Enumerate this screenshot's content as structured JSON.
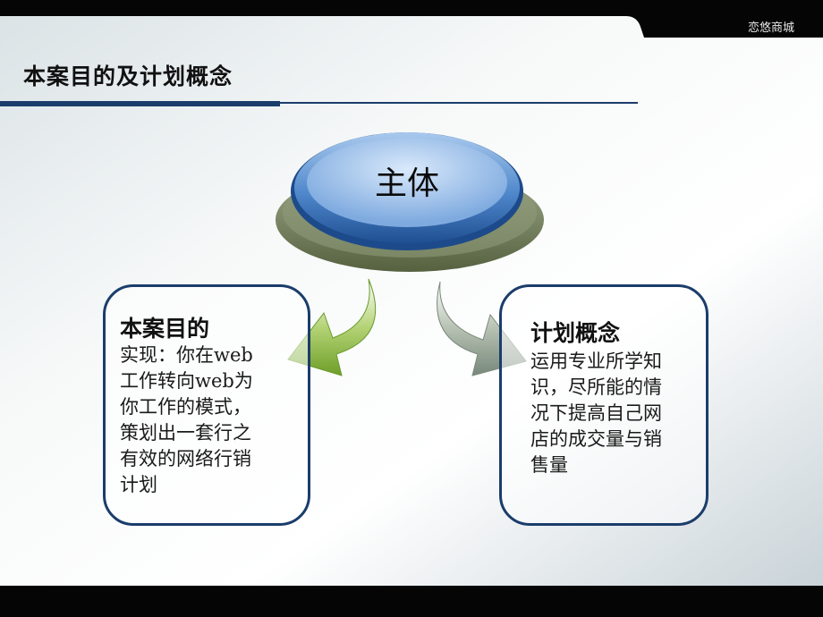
{
  "brand": "恋悠商城",
  "title": "本案目的及计划概念",
  "center": {
    "label": "主体"
  },
  "left_box": {
    "title": "本案目的",
    "lines": [
      "实现：你在web",
      "工作转向web为",
      "你工作的模式，",
      "策划出一套行之",
      "有效的网络行销",
      "计划"
    ]
  },
  "right_box": {
    "title": "计划概念",
    "lines": [
      "运用专业所学知",
      "识，尽所能的情",
      "况下提高自己网",
      "店的成交量与销",
      "售量"
    ]
  },
  "colors": {
    "accent_blue": "#1b3d6b",
    "ellipse_blue": "#4a7fc0",
    "arrow_green": "#7aa52e",
    "arrow_gray": "#8a9a88"
  }
}
